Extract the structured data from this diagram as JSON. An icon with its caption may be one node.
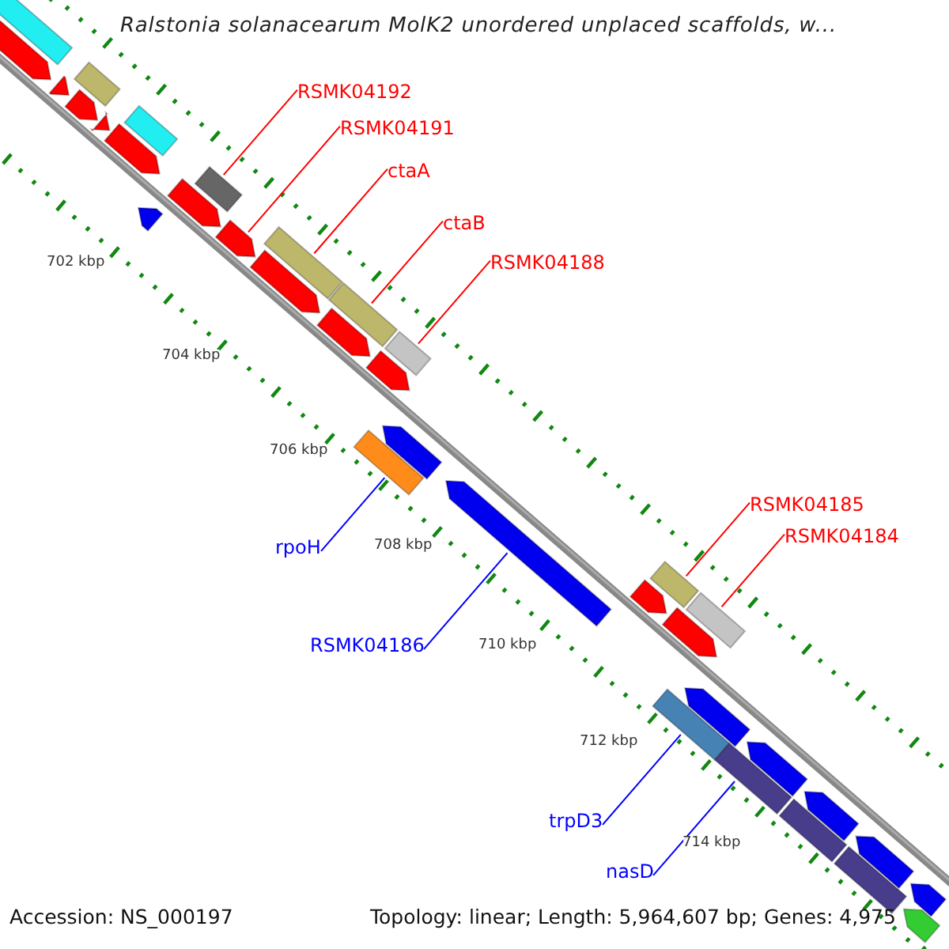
{
  "diagram": {
    "title": "Ralstonia solanacearum MolK2 unordered unplaced scaffolds, w...",
    "nodes": [
      {
        "text": [
          "RSMK04192"
        ]
      },
      {
        "text": [
          "RSMK04191"
        ]
      },
      {
        "text": [
          "ctaA"
        ]
      },
      {
        "text": [
          "ctaB"
        ]
      },
      {
        "text": [
          "RSMK04188"
        ]
      },
      {
        "text": [
          "RSMK04185"
        ]
      },
      {
        "text": [
          "RSMK04184"
        ]
      },
      {
        "text": [
          "rpoH"
        ]
      },
      {
        "text": [
          "RSMK04186"
        ]
      },
      {
        "text": [
          "trpD3"
        ]
      },
      {
        "text": [
          "nasD"
        ]
      },
      {
        "text": [],
        "shape": "bar"
      },
      {
        "text": [],
        "shape": "arrow"
      },
      {
        "text": [],
        "shape": "arrow"
      },
      {
        "text": [],
        "shape": "bar"
      },
      {
        "text": [],
        "shape": "arrow"
      },
      {
        "text": [],
        "shape": "arrow"
      },
      {
        "text": [],
        "shape": "arrow"
      },
      {
        "text": [],
        "shape": "bar"
      },
      {
        "text": [],
        "shape": "arrow"
      },
      {
        "text": [],
        "shape": "arrow"
      },
      {
        "text": [],
        "shape": "bar"
      },
      {
        "text": [],
        "shape": "arrow"
      },
      {
        "text": [],
        "shape": "bar"
      },
      {
        "text": [],
        "shape": "arrow"
      },
      {
        "text": [],
        "shape": "bar"
      },
      {
        "text": [],
        "shape": "arrow"
      },
      {
        "text": [],
        "shape": "arrow"
      },
      {
        "text": [],
        "shape": "bar"
      },
      {
        "text": [],
        "shape": "bar"
      },
      {
        "text": [],
        "shape": "arrow"
      },
      {
        "text": [],
        "shape": "arrow"
      },
      {
        "text": [],
        "shape": "arrow"
      },
      {
        "text": [],
        "shape": "bar"
      },
      {
        "text": [],
        "shape": "arrow"
      },
      {
        "text": [],
        "shape": "bar"
      },
      {
        "text": [],
        "shape": "bar"
      },
      {
        "text": [],
        "shape": "arrow"
      },
      {
        "text": [],
        "shape": "bar"
      },
      {
        "text": [],
        "shape": "arrow"
      },
      {
        "text": [],
        "shape": "bar"
      },
      {
        "text": [],
        "shape": "arrow"
      },
      {
        "text": [],
        "shape": "arrow"
      },
      {
        "text": [],
        "shape": "bar"
      },
      {
        "text": [],
        "shape": "arrow"
      },
      {
        "text": [],
        "shape": "arrow"
      }
    ],
    "edges": [
      {
        "from": 0,
        "to": 21,
        "arrow": "none"
      },
      {
        "from": 1,
        "to": 22,
        "arrow": "none"
      },
      {
        "from": 2,
        "to": 23,
        "arrow": "none"
      },
      {
        "from": 3,
        "to": 25,
        "arrow": "none"
      },
      {
        "from": 4,
        "to": 28,
        "arrow": "none"
      },
      {
        "from": 5,
        "to": 33,
        "arrow": "none"
      },
      {
        "from": 6,
        "to": 35,
        "arrow": "none"
      },
      {
        "from": 7,
        "to": 29,
        "arrow": "none",
        "color": "#0000ff"
      },
      {
        "from": 8,
        "to": 31,
        "arrow": "none",
        "color": "#0000ff"
      },
      {
        "from": 9,
        "to": 36,
        "arrow": "none",
        "color": "#0000ff"
      },
      {
        "from": 10,
        "to": 38,
        "arrow": "none",
        "color": "#0000ff"
      }
    ],
    "labels": [
      "702 kbp",
      "704 kbp",
      "706 kbp",
      "708 kbp",
      "710 kbp",
      "712 kbp",
      "714 kbp",
      "Accession: NS_000197",
      "Topology: linear; Length: 5,964,607 bp; Genes: 4,975"
    ]
  }
}
